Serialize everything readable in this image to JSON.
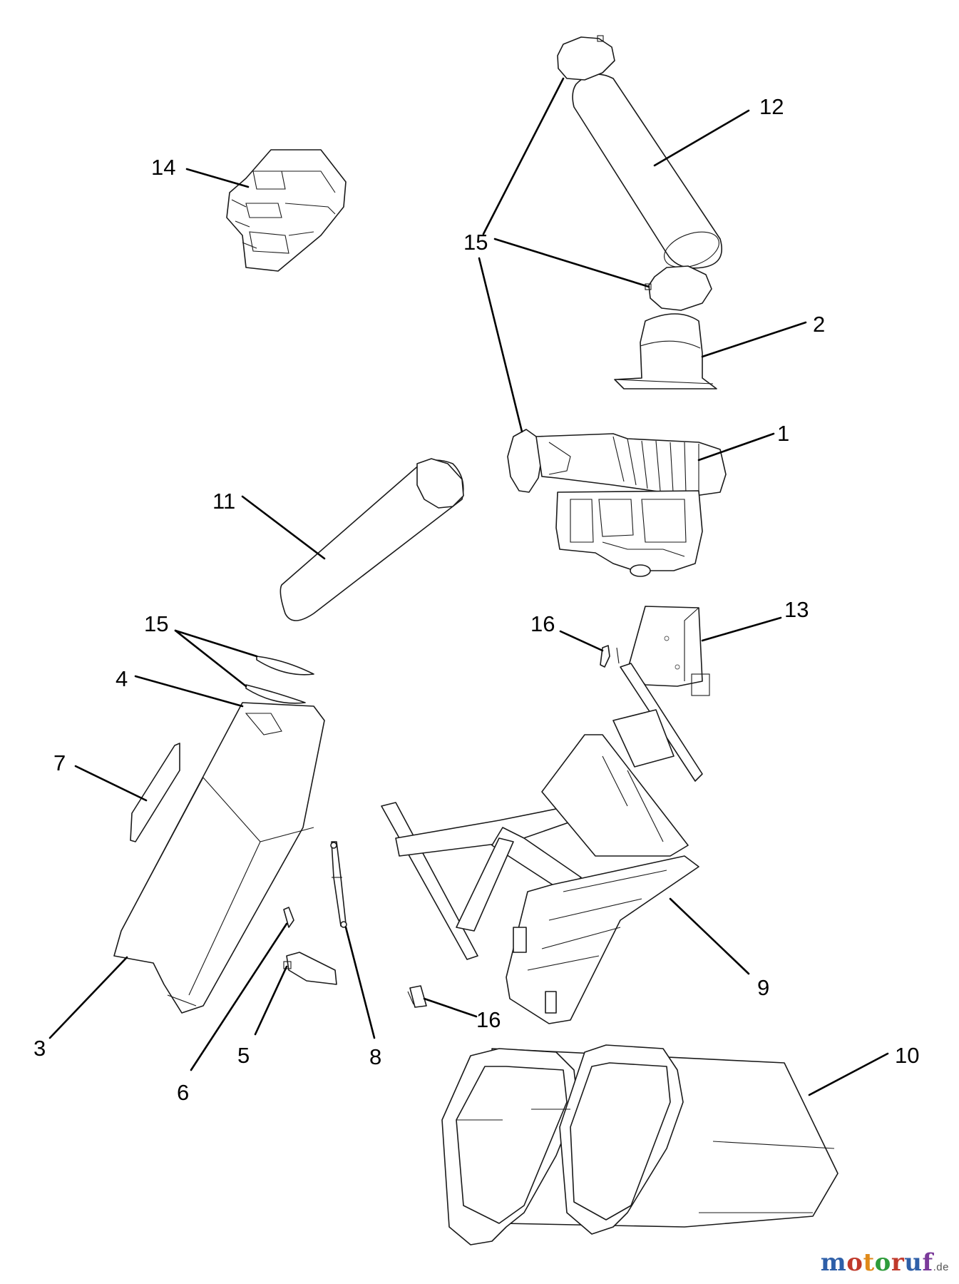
{
  "callouts": {
    "c1": "1",
    "c2": "2",
    "c3": "3",
    "c4": "4",
    "c5": "5",
    "c6": "6",
    "c7": "7",
    "c8": "8",
    "c9": "9",
    "c10": "10",
    "c11": "11",
    "c12": "12",
    "c13": "13",
    "c14": "14",
    "c15a": "15",
    "c15b": "15",
    "c16a": "16",
    "c16b": "16"
  },
  "watermark": {
    "brand": "motoruf",
    "suffix": ".de",
    "letter_colors": [
      "#2e5fa8",
      "#c0392b",
      "#e08a1a",
      "#2e9c3b",
      "#c0392b",
      "#2e5fa8",
      "#7a3a9a"
    ]
  },
  "colors": {
    "line": "#1a1a1a",
    "background": "#ffffff"
  }
}
